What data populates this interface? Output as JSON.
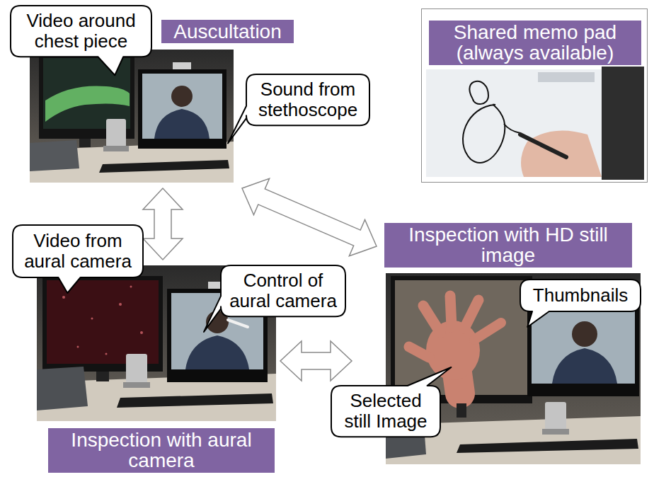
{
  "diagram": {
    "nodes": [
      {
        "text": [
          "Video around chest piece"
        ]
      },
      {
        "text": [
          "Auscultation"
        ]
      },
      {
        "text": [
          "Shared memo pad (always available)"
        ]
      },
      {
        "text": [
          "Sound from stethoscope"
        ]
      },
      {
        "text": [
          "Inspection with HD still image"
        ]
      },
      {
        "text": [
          "Video from aural camera"
        ]
      },
      {
        "text": [
          "Control of aural camera"
        ]
      },
      {
        "text": [
          "Thumbnails"
        ]
      },
      {
        "text": [
          "Inspection with aural camera"
        ]
      },
      {
        "text": [
          "Selected still Image"
        ]
      }
    ],
    "edges": [
      {
        "from": 1,
        "to": 8,
        "arrow": "both"
      },
      {
        "from": 1,
        "to": 4,
        "arrow": "both"
      },
      {
        "from": 8,
        "to": 4,
        "arrow": "both"
      }
    ]
  }
}
